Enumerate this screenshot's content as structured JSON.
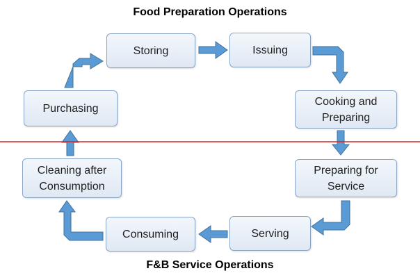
{
  "titles": {
    "top": "Food Preparation Operations",
    "bottom": "F&B Service Operations"
  },
  "steps": {
    "storing": "Storing",
    "issuing": "Issuing",
    "cooking_and_preparing": "Cooking and Preparing",
    "preparing_for_service": "Preparing for Service",
    "serving": "Serving",
    "consuming": "Consuming",
    "cleaning_after_consumption": "Cleaning after Consumption",
    "purchasing": "Purchasing"
  },
  "colors": {
    "arrow": "#5b9bd5",
    "divider": "#e02020",
    "box_border": "#8aa6c6"
  }
}
